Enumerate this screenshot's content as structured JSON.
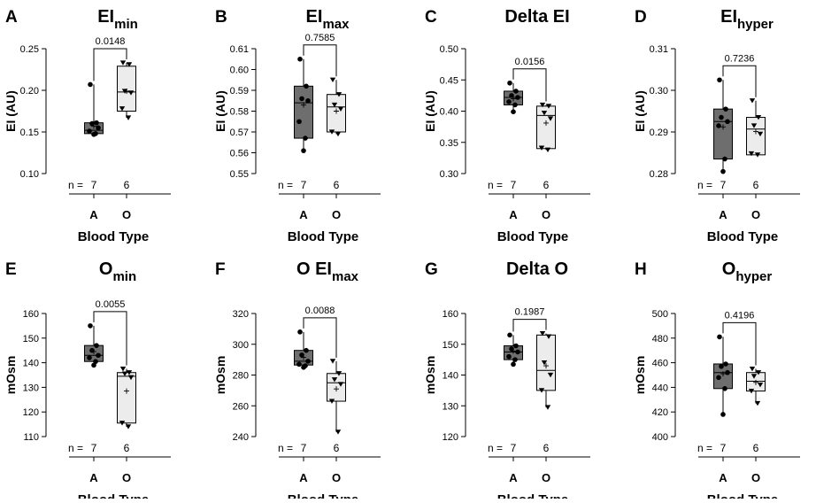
{
  "figure": {
    "xlabel": "Blood Type",
    "n_prefix": "n ="
  },
  "chart_data": [
    {
      "letter": "A",
      "title_main": "EI",
      "title_sub": "min",
      "type": "box",
      "ylabel": "EI (AU)",
      "ylim": [
        0.1,
        0.25
      ],
      "yticks": [
        "0.10",
        "0.15",
        "0.20",
        "0.25"
      ],
      "ytick_values": [
        0.1,
        0.15,
        0.2,
        0.25
      ],
      "categories": [
        "A",
        "O"
      ],
      "n": [
        7,
        6
      ],
      "p_value": "0.0148",
      "series": [
        {
          "name": "A",
          "color": "#6e6e6e",
          "marker": "circle",
          "min": 0.147,
          "q1": 0.148,
          "median": 0.152,
          "q3": 0.161,
          "max": 0.207,
          "mean": 0.157,
          "points": [
            0.207,
            0.161,
            0.16,
            0.155,
            0.151,
            0.148,
            0.147
          ]
        },
        {
          "name": "O",
          "color": "#ececec",
          "marker": "triangle",
          "min": 0.167,
          "q1": 0.175,
          "median": 0.198,
          "q3": 0.229,
          "max": 0.233,
          "mean": 0.199,
          "points": [
            0.233,
            0.231,
            0.199,
            0.197,
            0.178,
            0.167
          ]
        }
      ]
    },
    {
      "letter": "B",
      "title_main": "EI",
      "title_sub": "max",
      "type": "box",
      "ylabel": "EI (AU)",
      "ylim": [
        0.55,
        0.61
      ],
      "yticks": [
        "0.55",
        "0.56",
        "0.57",
        "0.58",
        "0.59",
        "0.60",
        "0.61"
      ],
      "ytick_values": [
        0.55,
        0.56,
        0.57,
        0.58,
        0.59,
        0.6,
        0.61
      ],
      "categories": [
        "A",
        "O"
      ],
      "n": [
        7,
        6
      ],
      "p_value": "0.7585",
      "series": [
        {
          "name": "A",
          "color": "#6e6e6e",
          "marker": "circle",
          "min": 0.561,
          "q1": 0.567,
          "median": 0.584,
          "q3": 0.592,
          "max": 0.605,
          "mean": 0.583,
          "points": [
            0.605,
            0.592,
            0.586,
            0.585,
            0.575,
            0.567,
            0.561
          ]
        },
        {
          "name": "O",
          "color": "#ececec",
          "marker": "triangle",
          "min": 0.569,
          "q1": 0.57,
          "median": 0.582,
          "q3": 0.588,
          "max": 0.595,
          "mean": 0.58,
          "points": [
            0.595,
            0.588,
            0.583,
            0.581,
            0.57,
            0.569
          ]
        }
      ]
    },
    {
      "letter": "C",
      "title_main": "Delta EI",
      "title_sub": "",
      "type": "box",
      "ylabel": "EI (AU)",
      "ylim": [
        0.3,
        0.5
      ],
      "yticks": [
        "0.30",
        "0.35",
        "0.40",
        "0.45",
        "0.50"
      ],
      "ytick_values": [
        0.3,
        0.35,
        0.4,
        0.45,
        0.5
      ],
      "categories": [
        "A",
        "O"
      ],
      "n": [
        7,
        6
      ],
      "p_value": "0.0156",
      "series": [
        {
          "name": "A",
          "color": "#6e6e6e",
          "marker": "circle",
          "min": 0.399,
          "q1": 0.41,
          "median": 0.422,
          "q3": 0.432,
          "max": 0.445,
          "mean": 0.42,
          "points": [
            0.445,
            0.432,
            0.425,
            0.422,
            0.415,
            0.41,
            0.399
          ]
        },
        {
          "name": "O",
          "color": "#ececec",
          "marker": "triangle",
          "min": 0.338,
          "q1": 0.34,
          "median": 0.393,
          "q3": 0.408,
          "max": 0.41,
          "mean": 0.381,
          "points": [
            0.41,
            0.408,
            0.397,
            0.388,
            0.341,
            0.338
          ]
        }
      ]
    },
    {
      "letter": "D",
      "title_main": "EI",
      "title_sub": "hyper",
      "type": "box",
      "ylabel": "EI (AU)",
      "ylim": [
        0.28,
        0.31
      ],
      "yticks": [
        "0.28",
        "0.29",
        "0.30",
        "0.31"
      ],
      "ytick_values": [
        0.28,
        0.29,
        0.3,
        0.31
      ],
      "categories": [
        "A",
        "O"
      ],
      "n": [
        7,
        6
      ],
      "p_value": "0.7236",
      "series": [
        {
          "name": "A",
          "color": "#6e6e6e",
          "marker": "circle",
          "min": 0.2805,
          "q1": 0.2835,
          "median": 0.2925,
          "q3": 0.2955,
          "max": 0.3025,
          "mean": 0.2912,
          "points": [
            0.3025,
            0.2955,
            0.2935,
            0.2925,
            0.2915,
            0.2835,
            0.2805
          ]
        },
        {
          "name": "O",
          "color": "#ececec",
          "marker": "triangle",
          "min": 0.2845,
          "q1": 0.2845,
          "median": 0.2907,
          "q3": 0.2935,
          "max": 0.2975,
          "mean": 0.2901,
          "points": [
            0.2975,
            0.2935,
            0.2915,
            0.2895,
            0.2848,
            0.2845
          ]
        }
      ]
    },
    {
      "letter": "E",
      "title_main": "O",
      "title_sub": "min",
      "type": "box",
      "ylabel": "mOsm",
      "ylim": [
        110,
        160
      ],
      "yticks": [
        "110",
        "120",
        "130",
        "140",
        "150",
        "160"
      ],
      "ytick_values": [
        110,
        120,
        130,
        140,
        150,
        160
      ],
      "categories": [
        "A",
        "O"
      ],
      "n": [
        7,
        6
      ],
      "p_value": "0.0055",
      "series": [
        {
          "name": "A",
          "color": "#6e6e6e",
          "marker": "circle",
          "min": 139,
          "q1": 140.5,
          "median": 143,
          "q3": 147,
          "max": 155,
          "mean": 144.5,
          "points": [
            155,
            147,
            145,
            143,
            142,
            140.5,
            139
          ]
        },
        {
          "name": "O",
          "color": "#ececec",
          "marker": "triangle",
          "min": 114,
          "q1": 115.5,
          "median": 134.5,
          "q3": 136,
          "max": 137.5,
          "mean": 128.5,
          "points": [
            137.5,
            136,
            135.5,
            134,
            115.5,
            114
          ]
        }
      ]
    },
    {
      "letter": "F",
      "title_main": "O EI",
      "title_sub": "max",
      "type": "box",
      "ylabel": "mOsm",
      "ylim": [
        240,
        320
      ],
      "yticks": [
        "240",
        "260",
        "280",
        "300",
        "320"
      ],
      "ytick_values": [
        240,
        260,
        280,
        300,
        320
      ],
      "categories": [
        "A",
        "O"
      ],
      "n": [
        7,
        6
      ],
      "p_value": "0.0088",
      "series": [
        {
          "name": "A",
          "color": "#6e6e6e",
          "marker": "circle",
          "min": 285,
          "q1": 286.5,
          "median": 289,
          "q3": 296,
          "max": 308,
          "mean": 291.5,
          "points": [
            308,
            296,
            293,
            289,
            287,
            286,
            285
          ]
        },
        {
          "name": "O",
          "color": "#ececec",
          "marker": "triangle",
          "min": 243,
          "q1": 263,
          "median": 275,
          "q3": 281,
          "max": 289,
          "mean": 271,
          "points": [
            289,
            281,
            277,
            274,
            263,
            243
          ]
        }
      ]
    },
    {
      "letter": "G",
      "title_main": "Delta O",
      "title_sub": "",
      "type": "box",
      "ylabel": "mOsm",
      "ylim": [
        120,
        160
      ],
      "yticks": [
        "120",
        "130",
        "140",
        "150",
        "160"
      ],
      "ytick_values": [
        120,
        130,
        140,
        150,
        160
      ],
      "categories": [
        "A",
        "O"
      ],
      "n": [
        7,
        6
      ],
      "p_value": "0.1987",
      "series": [
        {
          "name": "A",
          "color": "#6e6e6e",
          "marker": "circle",
          "min": 143.5,
          "q1": 145,
          "median": 147.5,
          "q3": 149.5,
          "max": 153,
          "mean": 147.8,
          "points": [
            153,
            149.5,
            148.5,
            147.5,
            146,
            145,
            143.5
          ]
        },
        {
          "name": "O",
          "color": "#ececec",
          "marker": "triangle",
          "min": 129.5,
          "q1": 135,
          "median": 141.5,
          "q3": 153,
          "max": 153.5,
          "mean": 143,
          "points": [
            153.5,
            152.5,
            144,
            140,
            135,
            129.5
          ]
        }
      ]
    },
    {
      "letter": "H",
      "title_main": "O",
      "title_sub": "hyper",
      "type": "box",
      "ylabel": "mOsm",
      "ylim": [
        400,
        500
      ],
      "yticks": [
        "400",
        "420",
        "440",
        "460",
        "480",
        "500"
      ],
      "ytick_values": [
        400,
        420,
        440,
        460,
        480,
        500
      ],
      "categories": [
        "A",
        "O"
      ],
      "n": [
        7,
        6
      ],
      "p_value": "0.4196",
      "series": [
        {
          "name": "A",
          "color": "#6e6e6e",
          "marker": "circle",
          "min": 418,
          "q1": 439,
          "median": 452,
          "q3": 459,
          "max": 481,
          "mean": 451,
          "points": [
            481,
            459,
            457,
            452,
            448,
            439,
            418
          ]
        },
        {
          "name": "O",
          "color": "#ececec",
          "marker": "triangle",
          "min": 427,
          "q1": 437,
          "median": 445,
          "q3": 452,
          "max": 455,
          "mean": 444,
          "points": [
            455,
            452,
            449,
            442,
            437,
            427
          ]
        }
      ]
    }
  ]
}
